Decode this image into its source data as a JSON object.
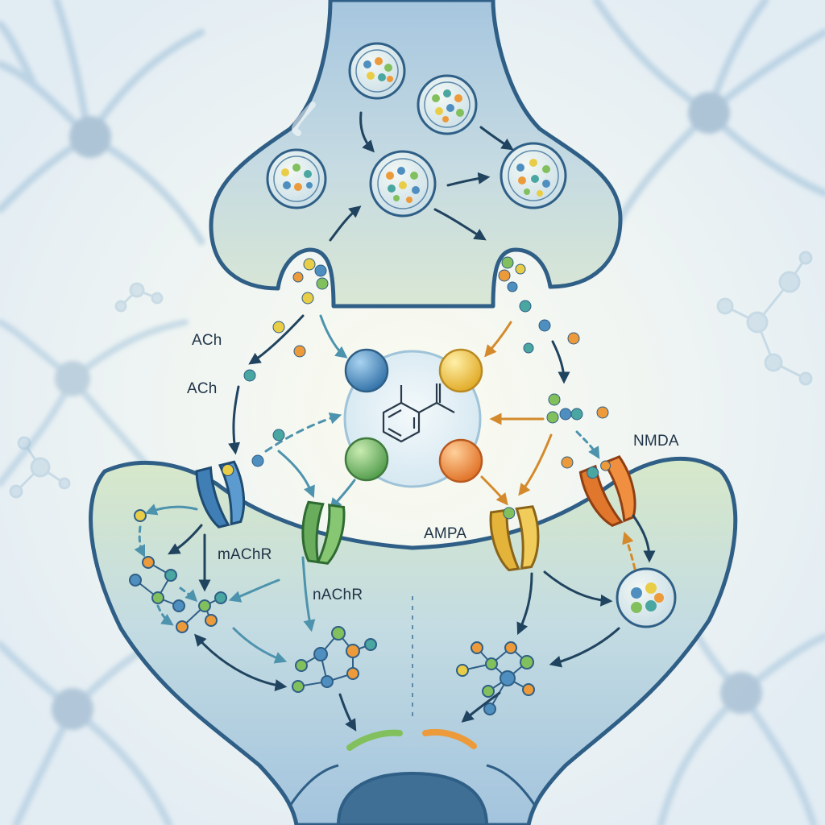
{
  "labels": {
    "ach_upper": "ACh",
    "ach_lower": "ACh",
    "nmda": "NMDA",
    "ampa": "AMPA",
    "machr": "mAChR",
    "nachr": "nAChR"
  },
  "colors": {
    "membrane_stroke": "#2f5f86",
    "membrane_fill": "#a9c9e0",
    "arrow_dark": "#20445f",
    "arrow_teal": "#4d93ad",
    "arrow_orange": "#d48a2c",
    "ach_blue": "#3f7fb5",
    "mach_green": "#69ad5c",
    "ampa_yellow": "#e4b43a",
    "nmda_orange": "#e0772c",
    "mol_blue": "#4e8fc0",
    "mol_teal": "#49a6a0",
    "mol_green": "#82c05d",
    "mol_orange": "#ec9a3a",
    "mol_yellow": "#e9cd47"
  },
  "icons": [
    "presynaptic-terminal-icon",
    "synaptic-vesicle-icon",
    "neurotransmitter-molecule-icon",
    "chemical-structure-icon",
    "receptor-channel-icon",
    "signaling-network-icon",
    "background-neuron-icon"
  ]
}
